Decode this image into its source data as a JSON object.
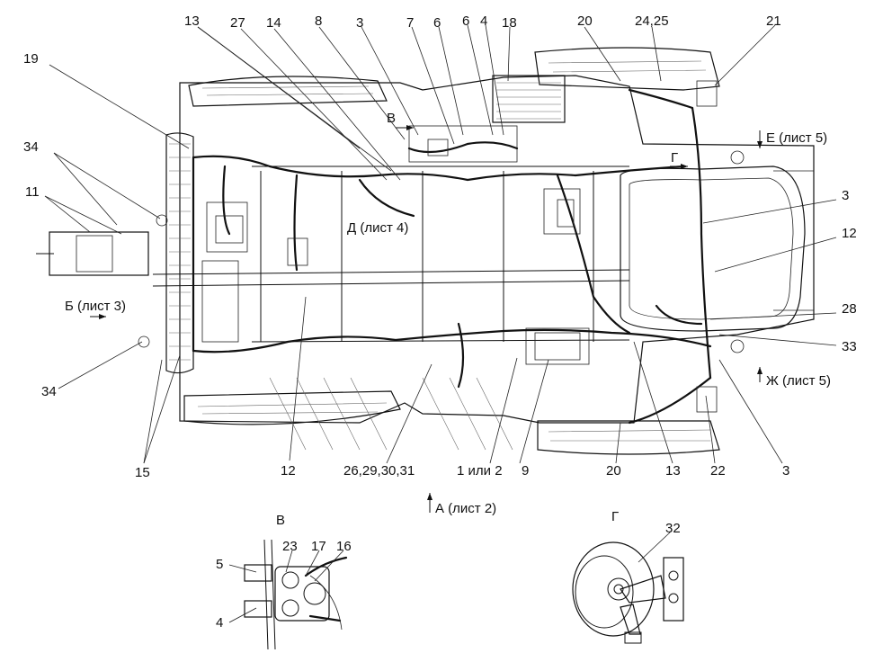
{
  "callouts": {
    "n19": "19",
    "n34a": "34",
    "n11": "11",
    "n34b": "34",
    "n15": "15",
    "n12a": "12",
    "n13a": "13",
    "n27": "27",
    "n14": "14",
    "n8": "8",
    "n3a": "3",
    "n7": "7",
    "n6a": "6",
    "n6b": "6",
    "n4a": "4",
    "n18": "18",
    "n20a": "20",
    "n2425": "24,25",
    "n21": "21",
    "n3b": "3",
    "n12b": "12",
    "n28": "28",
    "n33": "33",
    "n3c": "3",
    "n22": "22",
    "n13b": "13",
    "n20b": "20",
    "n9": "9",
    "n1or2": "1 или 2",
    "n26": "26,29,30,31"
  },
  "views": {
    "v_arrow": "В",
    "g_arrow": "Г",
    "d_list4": "Д (лист 4)",
    "e_list5": "Е (лист 5)",
    "zh_list5": "Ж (лист 5)",
    "b_list3": "Б (лист 3)",
    "a_list2": "А (лист 2)"
  },
  "detail_v": {
    "title": "В",
    "n5": "5",
    "n4": "4",
    "n23": "23",
    "n17": "17",
    "n16": "16"
  },
  "detail_g": {
    "title": "Г",
    "n32": "32"
  }
}
